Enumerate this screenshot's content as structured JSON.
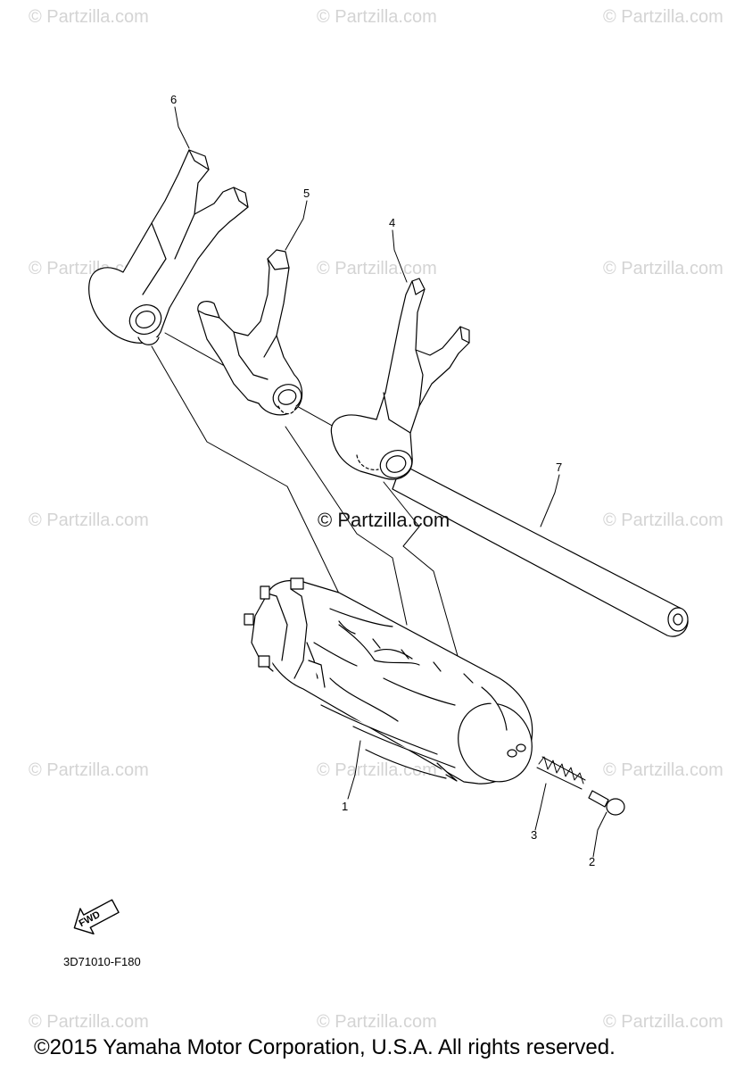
{
  "watermark_text": "© Partzilla.com",
  "center_watermark": "© Partzilla.com",
  "callouts": {
    "c1": "1",
    "c2": "2",
    "c3": "3",
    "c4": "4",
    "c5": "5",
    "c6": "6",
    "c7": "7"
  },
  "fwd_label": "FWD",
  "diagram_code": "3D71010-F180",
  "copyright": "©2015 Yamaha Motor Corporation, U.S.A. All rights reserved.",
  "colors": {
    "line": "#000000",
    "watermark": "#d4d4d4",
    "background": "#ffffff"
  }
}
